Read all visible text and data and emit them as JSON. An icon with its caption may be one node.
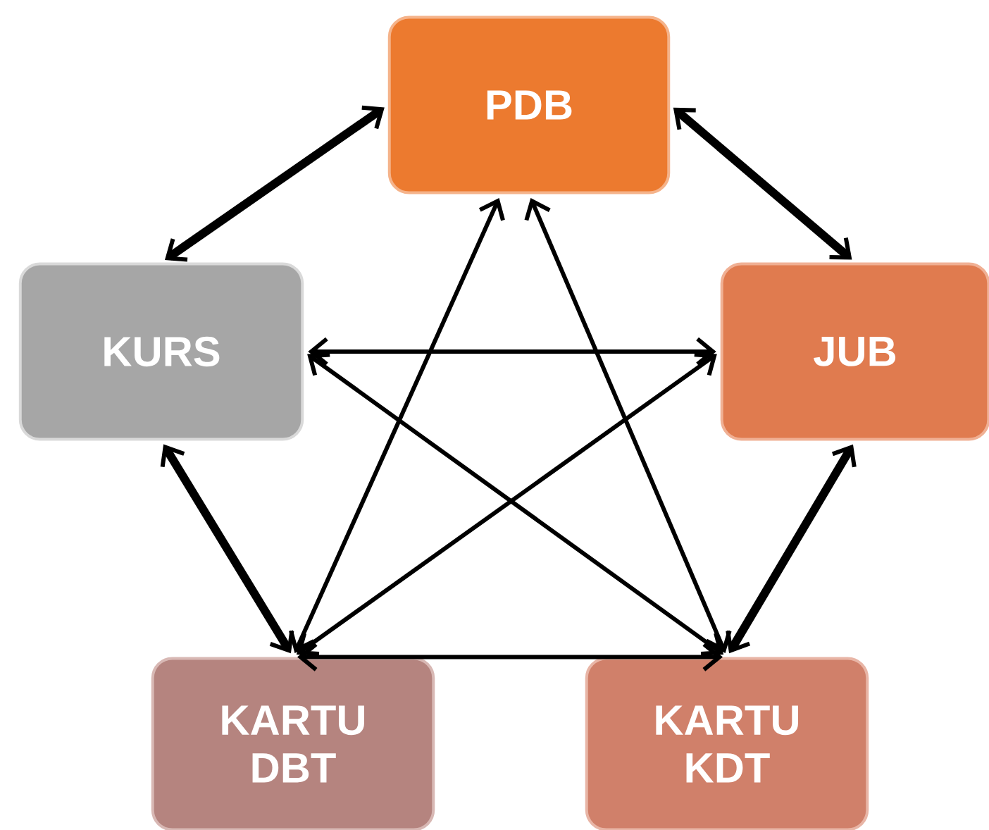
{
  "diagram": {
    "nodes": [
      {
        "text": [
          "PDB"
        ]
      },
      {
        "text": [
          "KURS"
        ]
      },
      {
        "text": [
          "JUB"
        ]
      },
      {
        "text": [
          "KARTU DBT"
        ]
      },
      {
        "text": [
          "KARTU KDT"
        ]
      }
    ],
    "edges": [
      {
        "from": 0,
        "to": 1,
        "arrow": "both",
        "style": "thick"
      },
      {
        "from": 0,
        "to": 2,
        "arrow": "both",
        "style": "thick"
      },
      {
        "from": 1,
        "to": 3,
        "arrow": "both",
        "style": "thick"
      },
      {
        "from": 2,
        "to": 4,
        "arrow": "both",
        "style": "thick"
      },
      {
        "from": 1,
        "to": 2,
        "arrow": "both"
      },
      {
        "from": 3,
        "to": 4,
        "arrow": "both"
      },
      {
        "from": 0,
        "to": 3,
        "arrow": "both"
      },
      {
        "from": 0,
        "to": 4,
        "arrow": "both"
      },
      {
        "from": 1,
        "to": 4,
        "arrow": "both"
      },
      {
        "from": 2,
        "to": 3,
        "arrow": "both"
      }
    ]
  }
}
